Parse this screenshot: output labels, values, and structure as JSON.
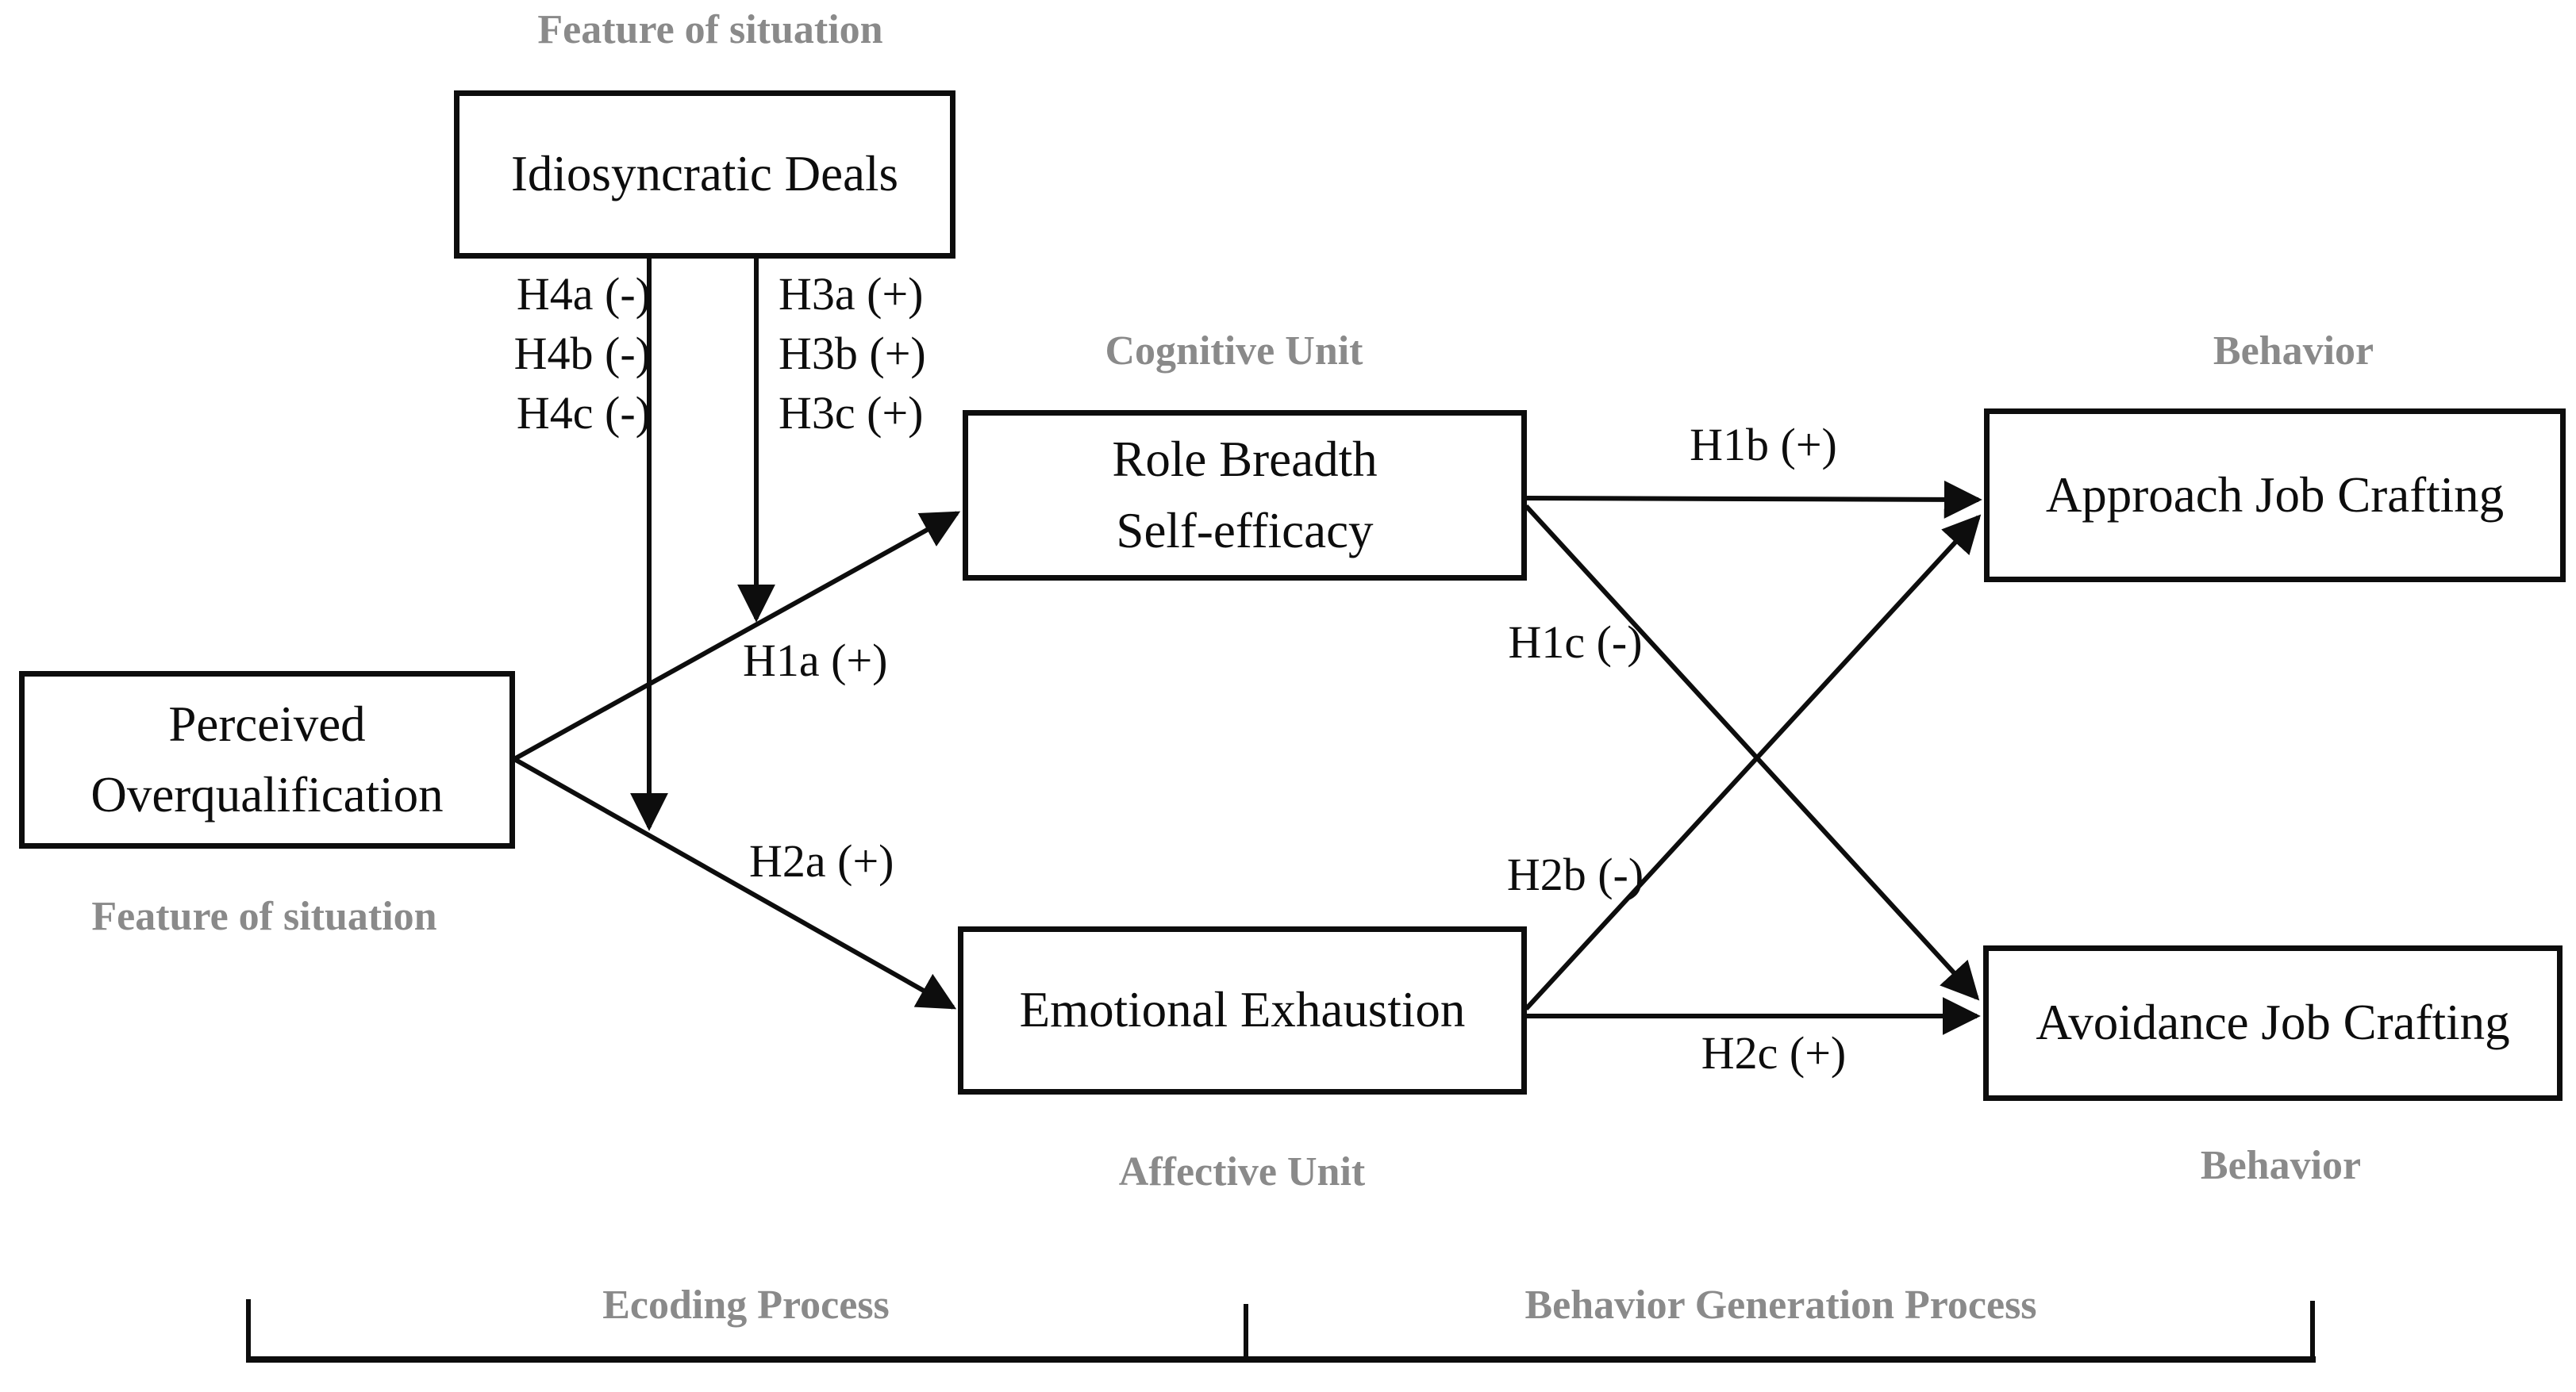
{
  "colors": {
    "line": "#0d0d0d",
    "box_border": "#0d0d0d",
    "box_background": "#ffffff",
    "muted_label": "#8a8a8a"
  },
  "boxes": {
    "idiosyncratic_deals": {
      "label": "Idiosyncratic Deals"
    },
    "perceived_overqualification": {
      "line1": "Perceived",
      "line2": "Overqualification"
    },
    "role_breadth_self_efficacy": {
      "line1": "Role Breadth",
      "line2": "Self-efficacy"
    },
    "emotional_exhaustion": {
      "label": "Emotional Exhaustion"
    },
    "approach_job_crafting": {
      "label": "Approach Job Crafting"
    },
    "avoidance_job_crafting": {
      "label": "Avoidance Job Crafting"
    }
  },
  "section_labels": {
    "feature_top": "Feature of situation",
    "feature_bottom": "Feature of situation",
    "cognitive_unit": "Cognitive Unit",
    "affective_unit": "Affective Unit",
    "behavior_top": "Behavior",
    "behavior_bottom": "Behavior"
  },
  "hypotheses": {
    "h4a": "H4a (-)",
    "h4b": "H4b (-)",
    "h4c": "H4c (-)",
    "h3a": "H3a (+)",
    "h3b": "H3b (+)",
    "h3c": "H3c (+)",
    "h1a": "H1a (+)",
    "h2a": "H2a (+)",
    "h1b": "H1b (+)",
    "h1c": "H1c (-)",
    "h2b": "H2b (-)",
    "h2c": "H2c (+)"
  },
  "process_labels": {
    "encoding": "Ecoding Process",
    "behavior_generation": "Behavior Generation Process"
  }
}
